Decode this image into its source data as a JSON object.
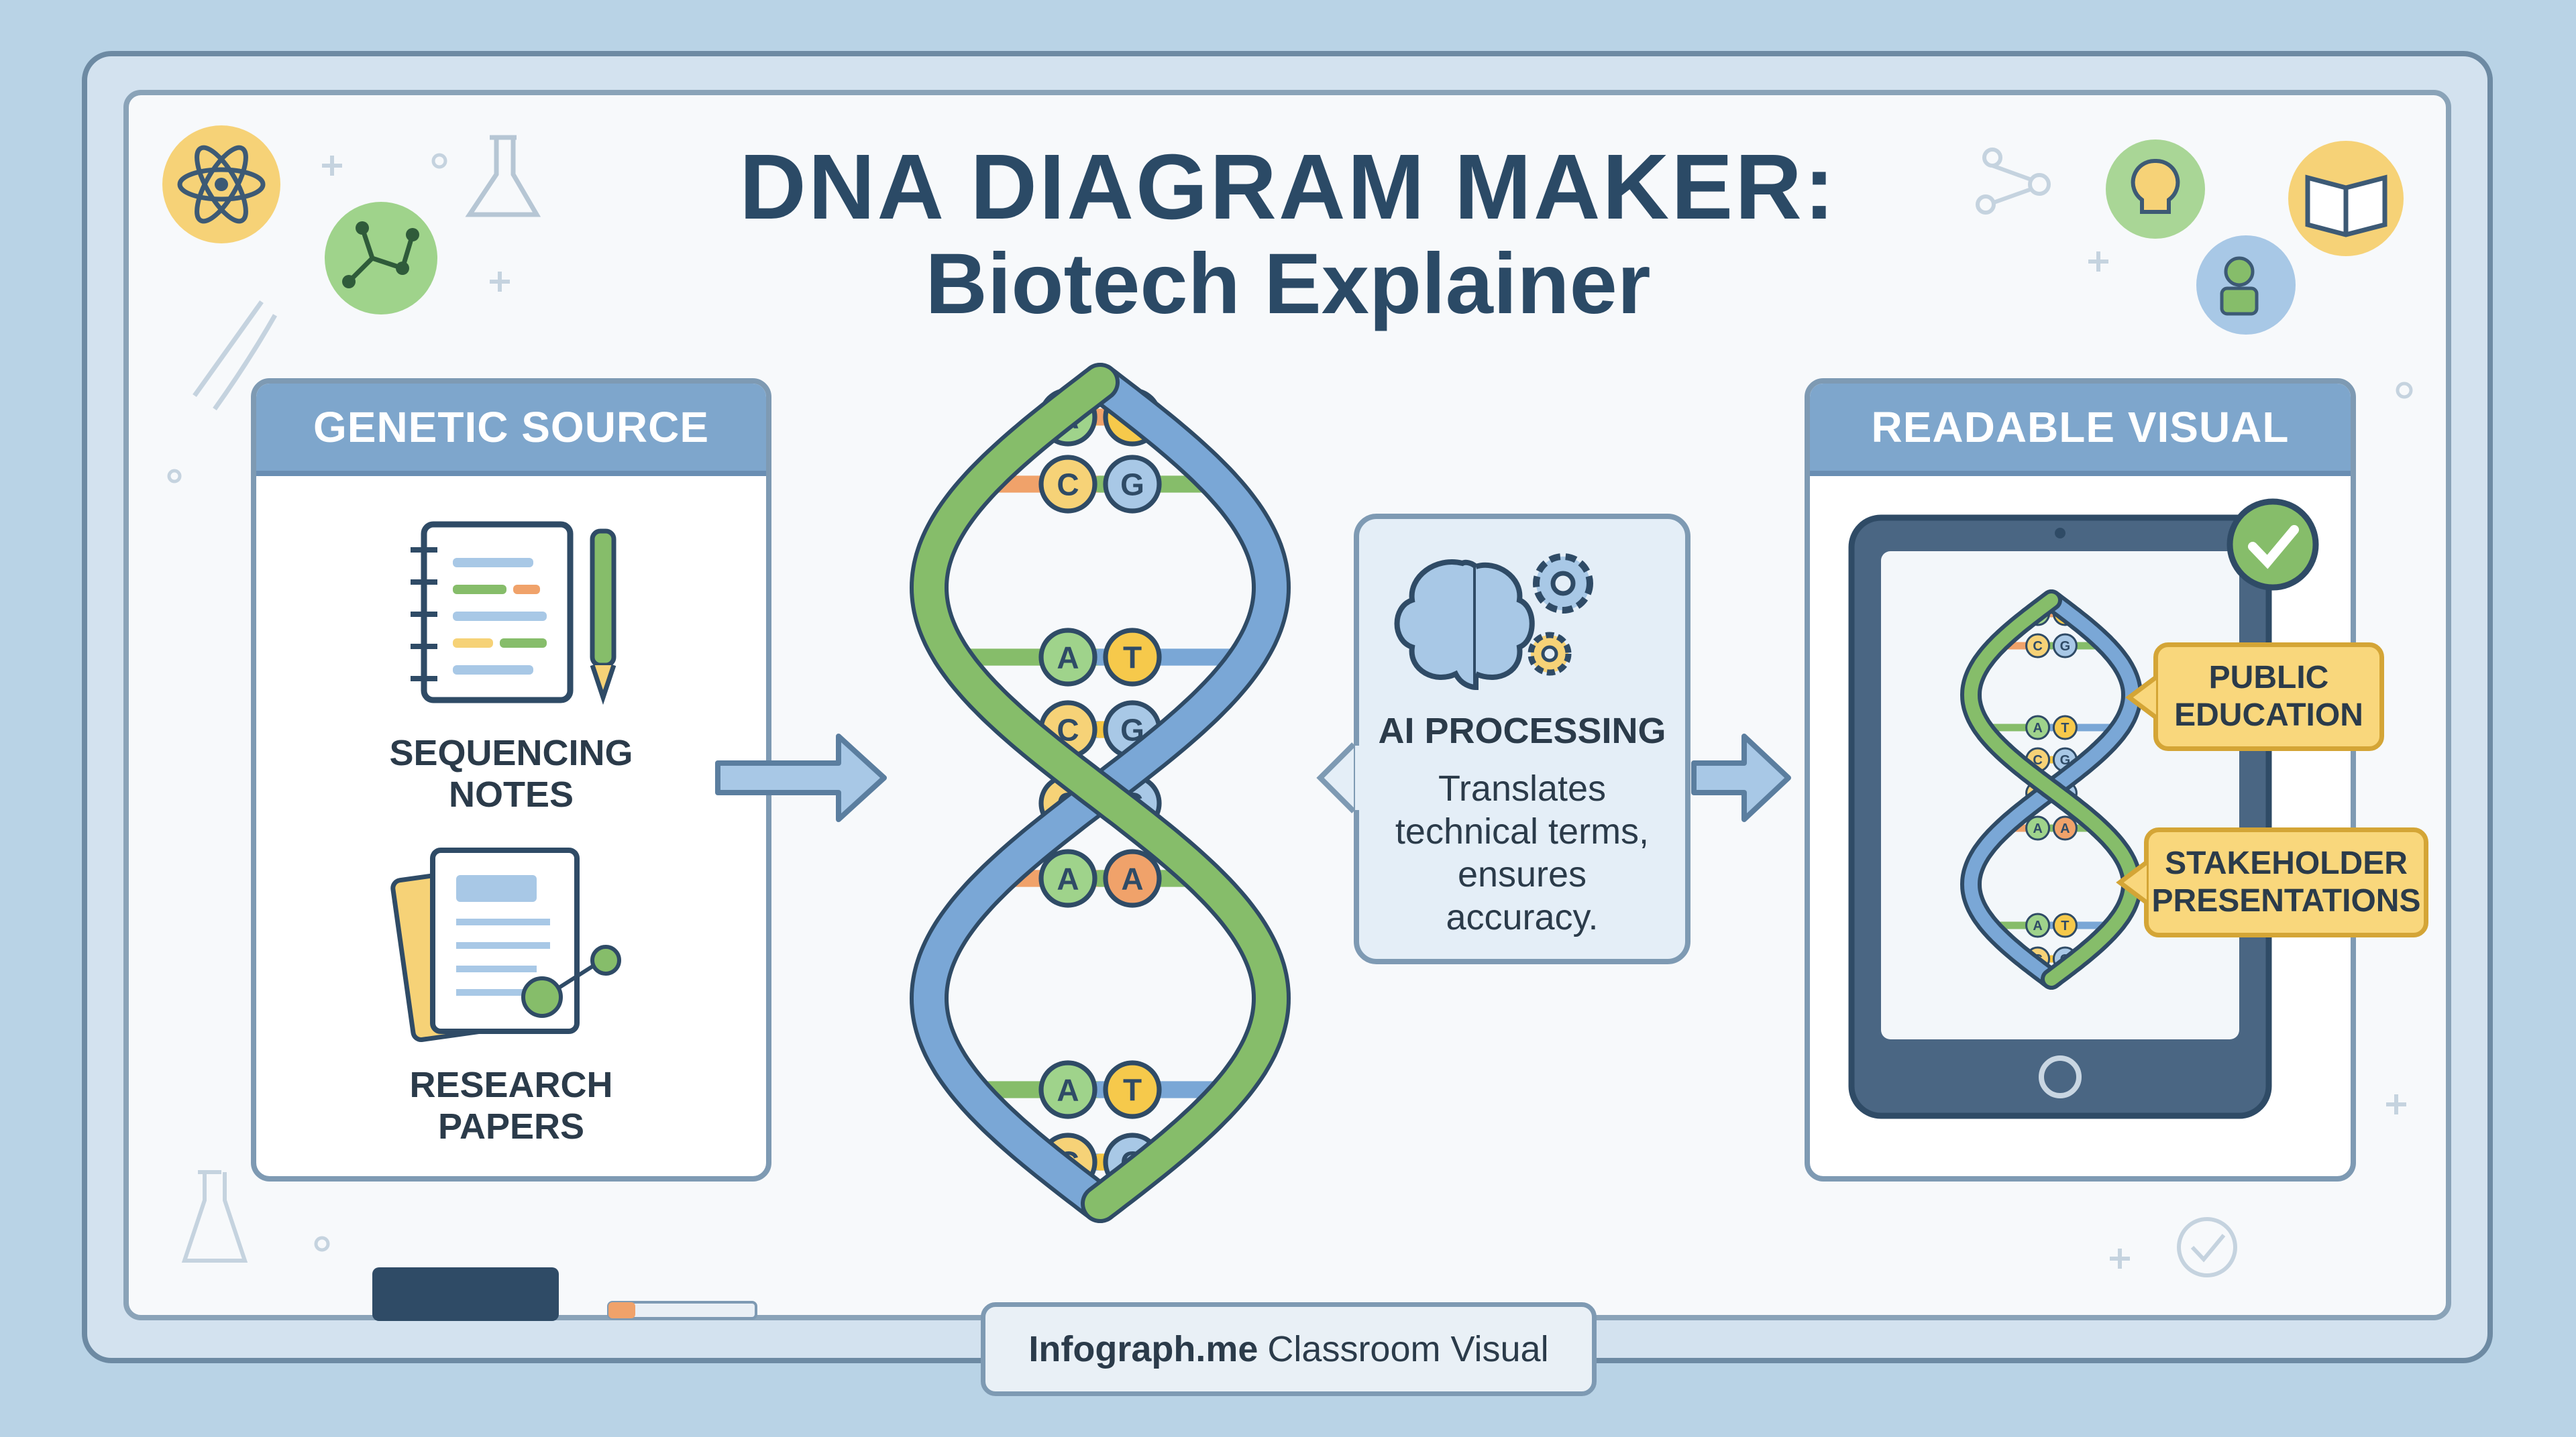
{
  "title": {
    "line1": "DNA DIAGRAM MAKER:",
    "line2": "Biotech Explainer"
  },
  "left_panel": {
    "header": "GENETIC SOURCE",
    "item1": "SEQUENCING NOTES",
    "item2": "RESEARCH PAPERS"
  },
  "dna_pairs": [
    [
      "A",
      "T"
    ],
    [
      "C",
      "G"
    ],
    [
      "A",
      "T"
    ],
    [
      "C",
      "G"
    ],
    [
      "C",
      "G"
    ],
    [
      "A",
      "A"
    ],
    [
      "A",
      "T"
    ],
    [
      "C",
      "G"
    ]
  ],
  "ai": {
    "title": "AI PROCESSING",
    "desc_line1": "Translates",
    "desc_line2": "technical terms,",
    "desc_line3": "ensures",
    "desc_line4": "accuracy."
  },
  "right_panel": {
    "header": "READABLE VISUAL",
    "callout1_line1": "PUBLIC",
    "callout1_line2": "EDUCATION",
    "callout2_line1": "STAKEHOLDER",
    "callout2_line2": "PRESENTATIONS"
  },
  "footer": {
    "brand": "Infograph.me",
    "text": "Classroom Visual"
  },
  "colors": {
    "blue_strand": "#7aa7d6",
    "green_strand": "#86bd6a",
    "yellow": "#f5c542",
    "orange": "#f0a26a"
  },
  "icons": [
    "atom-icon",
    "molecule-icon",
    "flask-icon",
    "dna-icon",
    "lightbulb-icon",
    "book-icon",
    "teacher-icon",
    "brain-icon",
    "gear-icon",
    "checkmark-icon",
    "notebook-icon",
    "pen-icon",
    "documents-icon",
    "arrow-right-icon",
    "tablet-icon"
  ]
}
